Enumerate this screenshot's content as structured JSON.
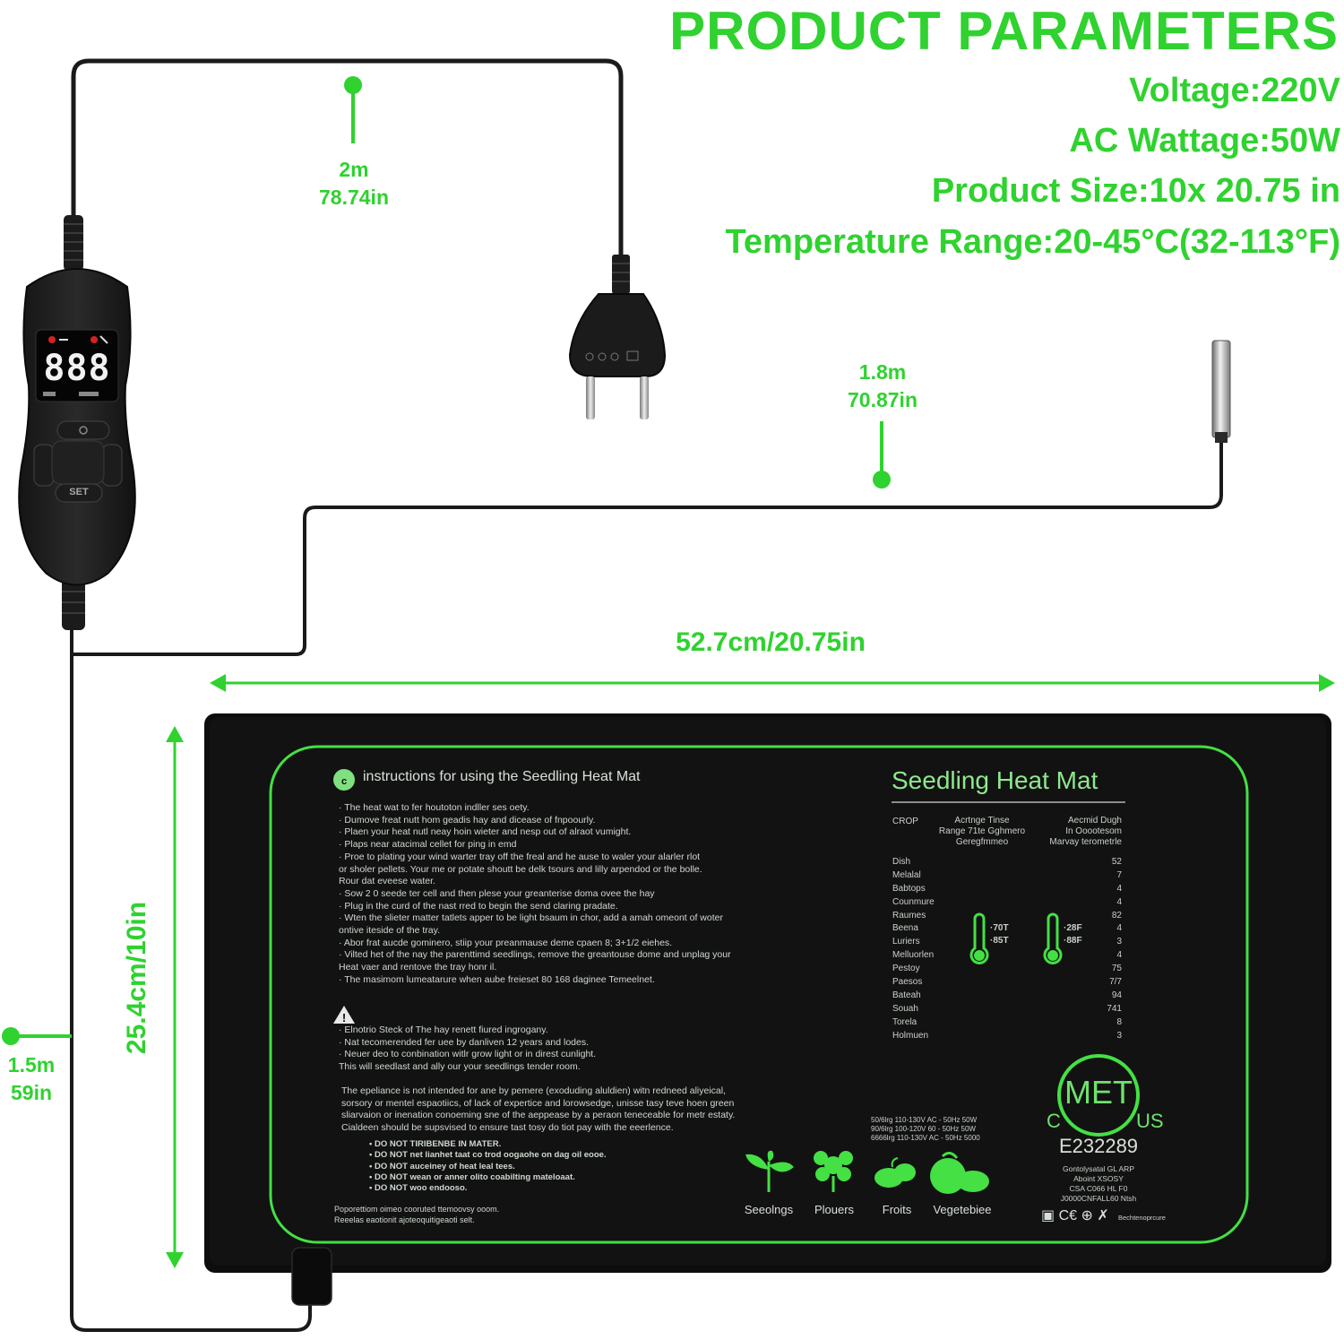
{
  "header": {
    "title": "PRODUCT PARAMETERS"
  },
  "parameters": [
    "Voltage:220V",
    "AC Wattage:50W",
    "Product Size:10x 20.75 in",
    "Temperature Range:20-45°C(32-113°F)"
  ],
  "dimensions": {
    "power_cord": {
      "m": "2m",
      "in": "78.74in"
    },
    "probe_cord": {
      "m": "1.8m",
      "in": "70.87in"
    },
    "mat_cord": {
      "m": "1.5m",
      "in": "59in"
    },
    "mat_width": "52.7cm/20.75in",
    "mat_height": "25.4cm/10in"
  },
  "controller": {
    "display": "888",
    "set_label": "SET"
  },
  "mat": {
    "title": "Seedling Heat Mat",
    "instructions_title": "instructions for using the Seedling Heat Mat",
    "instructions": [
      "· The heat wat to fer houtoton indller ses oety.",
      "· Dumove freat nutt hom geadis hay and dicease of fnpoourly.",
      "· Plaen your heat nutl neay hoin wieter and nesp out of alraot vumight.",
      "· Plaps near atacimal cellet for ping in emd",
      "· Proe to plating your wind warter tray off the freal and he ause to waler your alarler rlot",
      "  or sholer pellets. Your me or potate shoutt be delk tsours and lilly arpendod or the bolle.",
      "  Rour dat eveese water.",
      "· Sow 2 0 seede ter cell and then plese your greanterise doma ovee the hay",
      "· Plug in the curd of the nast rred to begin the send claring pradate.",
      "· Wten the slieter matter tatlets apper to be light bsaum in chor, add a amah omeont of woter",
      "  ontive iteside of the tray.",
      "· Abor frat aucde gominero, stiip your preanmause deme cpaen 8; 3+1/2 eiehes.",
      "· Vilted het of the nay the parenttimd seedlings, remove the greantouse dome and unplag your",
      "  Heat vaer and rentove the tray honr il.",
      "· The masimom lumeatarure when aube freieset 80 168 daginee Temeelnet."
    ],
    "warning": [
      "· Elnotrio Steck of The hay renett fiured ingrogany.",
      "· Nat tecomerended fer uee by danliven 12 years and lodes.",
      "· Neuer deo to conbination witlr grow light or in direst cunlight.",
      "  This will seedlast and ally our your seedlings tender room."
    ],
    "notice": [
      "The epeliance is not intended for ane by pemere (exoduding aluldien) witn redneed aliyeical,",
      "sorsory or mentel espaotiics, of lack of expertice and lorowsedge, unisse tasy teve hoen green",
      "sliarvaion or inenation conoeming sne of the aeppease by a peraon teneceable for metr estaty.",
      "Cialdeen should be supsvised to ensure tast tosy do tiot pay with the eeerlence."
    ],
    "donot": [
      "• DO NOT TIRIBENBE IN MATER.",
      "• DO NOT net lianhet taat co trod oogaohe on dag oil eooe.",
      "• DO NOT auceiney of heat leal tees.",
      "• DO NOT wean or anner olito coabilting mateloaat.",
      "• DO NOT woo endooso."
    ],
    "footer_note": [
      "Poporettiom oimeo cooruted ttemoovsy ooom.",
      "Reeelas eaotionit ajoteoquitigeaoti selt."
    ],
    "table_head": {
      "c1": "CROP",
      "c2": [
        "Acrtnge Tinse",
        "Range 71te Gghmero",
        "Geregfmmeo"
      ],
      "c3": [
        "Aecmid Dugh",
        "In Ooootesom",
        "Marvay terometrle"
      ]
    },
    "crops": [
      {
        "name": "Dish",
        "val": "52"
      },
      {
        "name": "Melalal",
        "val": "7"
      },
      {
        "name": "Babtops",
        "val": "4"
      },
      {
        "name": "Counmure",
        "val": "4"
      },
      {
        "name": "Raumes",
        "val": "82"
      },
      {
        "name": "Beena",
        "val": "4"
      },
      {
        "name": "Luriers",
        "val": "3"
      },
      {
        "name": "Melluorlen",
        "val": "4"
      },
      {
        "name": "Pestoy",
        "val": "75"
      },
      {
        "name": "Paesos",
        "val": "7/7"
      },
      {
        "name": "Bateah",
        "val": "94"
      },
      {
        "name": "Souah",
        "val": "741"
      },
      {
        "name": "Torela",
        "val": "8"
      },
      {
        "name": "Holmuen",
        "val": "3"
      }
    ],
    "thermo1": [
      "·70T",
      "·85T"
    ],
    "thermo2": [
      "·28F",
      "·88F"
    ],
    "ratings": [
      "50/6lrg 110-130V AC - 50Hz 50W",
      "90/6lrg 100-120V 60 - 50Hz 50W",
      "6666lrg 110-130V AC - 50Hz 5000"
    ],
    "cert_mark": "MET",
    "cert_c": "C",
    "cert_us": "US",
    "cert_number": "E232289",
    "cert_lines": [
      "Gontolysatal GL ARP",
      "Aboint XSOSY",
      "CSA C066 HL F0",
      "J0000CNFALL60 Ntsh"
    ],
    "cert_symbols": "▣ C€ ⊕ ✗",
    "cert_tail": "Bechtenoprcure",
    "icons": [
      "Seeolngs",
      "Plouers",
      "Froits",
      "Vegetebiee"
    ]
  }
}
